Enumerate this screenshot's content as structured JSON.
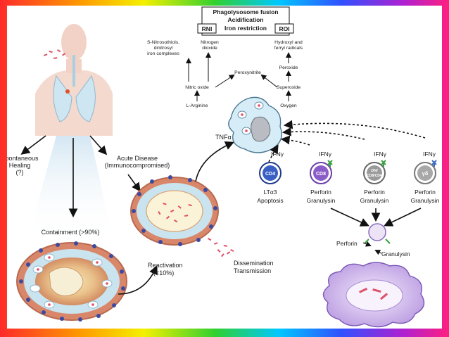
{
  "top_box": {
    "title": "Phagolysosome fusion",
    "line2": "Acidification",
    "line3": "Iron restriction",
    "rni": "RNI",
    "roi": "ROI"
  },
  "rni_products": {
    "s_nitroso_l1": "S-Nitrosothiols,",
    "s_nitroso_l2": "dinitrosyl",
    "s_nitroso_l3": "iron complexes",
    "nitrogen_l1": "Nitrogen",
    "nitrogen_l2": "dioxide",
    "peroxynitrite": "Peroxynitrite",
    "nitric_oxide": "Nitric oxide",
    "l_arginine": "L-Arginine"
  },
  "roi_products": {
    "hydroxyl_l1": "Hydroxyl and",
    "hydroxyl_l2": "ferryl radicals",
    "peroxide": "Peroxide",
    "superoxide": "Superoxide",
    "oxygen": "Oxygen"
  },
  "tnf": "TNFα",
  "left_flow": {
    "spont_l1": "Spontaneous",
    "spont_l2": "Healing",
    "spont_l3": "(?)",
    "acute_l1": "Acute Disease",
    "acute_l2": "(Immunocompromised)",
    "containment": "Containment (>90%)",
    "reactivation_l1": "Reactivation",
    "reactivation_l2": "(<10%)",
    "dissemination_l1": "Dissemination",
    "dissemination_l2": "Transmission"
  },
  "cells": [
    {
      "ifn": "IFNγ",
      "name": "CD4",
      "out_l1": "LTα3",
      "out_l2": "Apoptosis",
      "color": "#3a5fc4"
    },
    {
      "ifn": "IFNγ",
      "name": "CD8",
      "out_l1": "Perforin",
      "out_l2": "Granulysin",
      "color": "#8a5cc8"
    },
    {
      "ifn": "IFNγ",
      "name_l1": "DN/",
      "name_l2": "CD8/CD4",
      "out_l1": "Perforin",
      "out_l2": "Granulysin",
      "color": "#9a9a9a"
    },
    {
      "ifn": "IFNγ",
      "name": "γδ",
      "out_l1": "Perforin",
      "out_l2": "Granulysin",
      "color": "#a8a8a8"
    }
  ],
  "killing": {
    "perforin": "Perforin",
    "granulysin": "Granulysin"
  }
}
